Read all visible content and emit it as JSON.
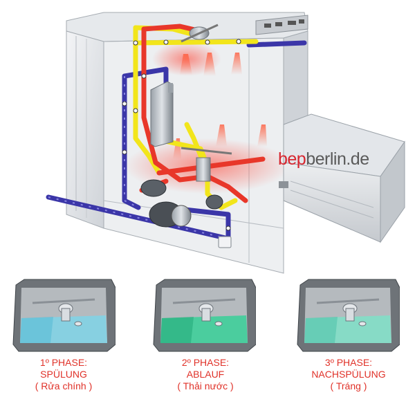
{
  "watermark": {
    "part1": "bep",
    "part2": "berlin.de"
  },
  "phases": [
    {
      "line1": "1º PHASE:",
      "line2": "SPÜLUNG",
      "line3": "( Rửa chính )",
      "water": "#7fd3e8",
      "water_dark": "#4fb7d3"
    },
    {
      "line1": "2º PHASE:",
      "line2": "ABLAUF",
      "line3": "( Thải nước )",
      "water": "#3fcf9a",
      "water_dark": "#1ea574"
    },
    {
      "line1": "3º PHASE:",
      "line2": "NACHSPÜLUNG",
      "line3": "( Tráng )",
      "water": "#7fe0c8",
      "water_dark": "#48bfa6"
    }
  ],
  "colors": {
    "caption": "#e03128",
    "pipe_yellow": "#f2e51b",
    "pipe_red": "#e8372a",
    "pipe_blue": "#3b36a8"
  }
}
